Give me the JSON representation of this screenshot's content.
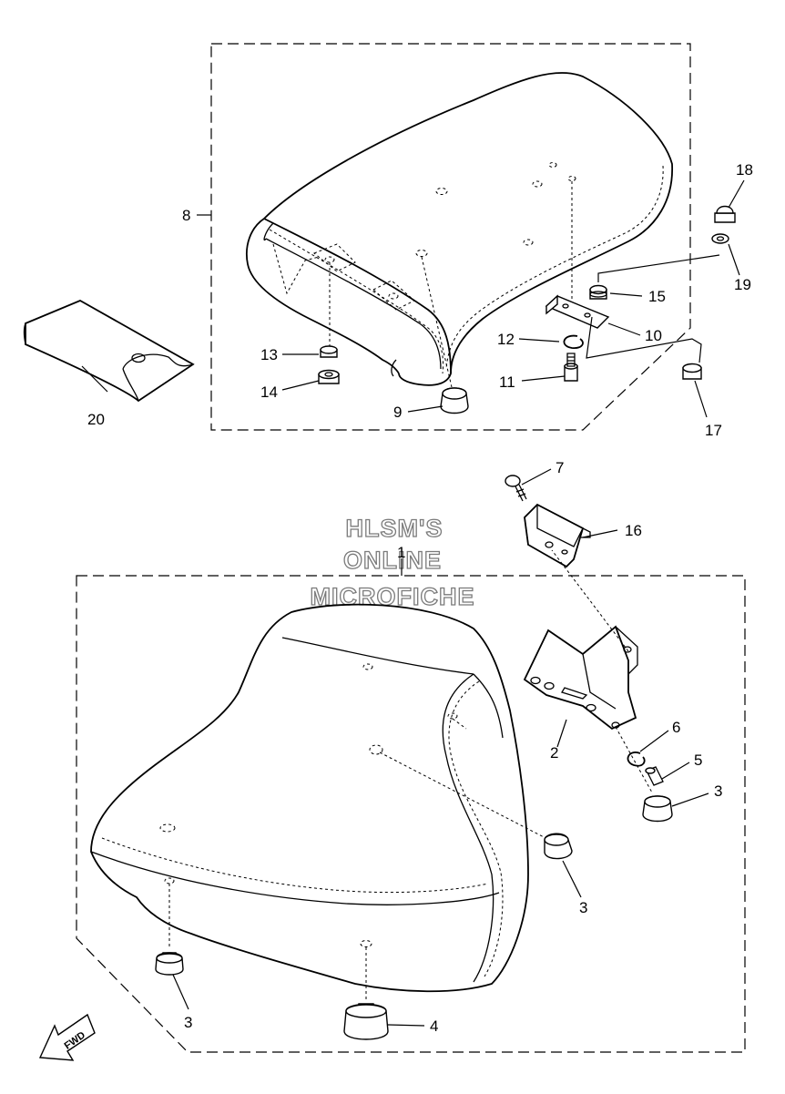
{
  "watermark": {
    "line1": "HLSM'S",
    "line2": "ONLINE",
    "line3": "MICROFICHE"
  },
  "fwd_label": "FWD",
  "callouts": {
    "c1": "1",
    "c2": "2",
    "c3a": "3",
    "c3b": "3",
    "c3c": "3",
    "c4": "4",
    "c5": "5",
    "c6": "6",
    "c7": "7",
    "c8": "8",
    "c9": "9",
    "c10": "10",
    "c11": "11",
    "c12": "12",
    "c13": "13",
    "c14": "14",
    "c15": "15",
    "c16": "16",
    "c17": "17",
    "c18": "18",
    "c19": "19",
    "c20": "20"
  }
}
